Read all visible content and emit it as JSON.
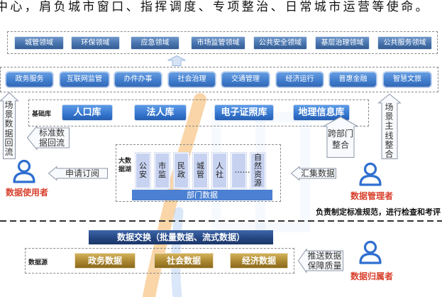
{
  "intro_text": "中心，肩负城市窗口、指挥调度、专项整治、日常城市运营等使命。",
  "domains": [
    "城管领域",
    "环保领域",
    "应急领域",
    "市场监管领域",
    "公共安全领域",
    "基层治理领域",
    "公共服务领域"
  ],
  "applications": [
    "政务服务",
    "互联网监管",
    "办件办事",
    "社会治理",
    "交通管理",
    "经济运行",
    "普惠金融",
    "智慧文旅"
  ],
  "base_library": {
    "label": "基础库",
    "items": [
      "人口库",
      "法人库",
      "电子证照库",
      "地理信息库"
    ]
  },
  "data_lake": {
    "label": "大数据湖",
    "departments": [
      "公安",
      "市监",
      "民政",
      "城管",
      "人社",
      "……",
      "自然资源"
    ],
    "footer": "部门数据"
  },
  "flows": {
    "scene_backflow": "场景数据回流",
    "standard_backflow": "标准数据回流",
    "subscribe": "申请订阅",
    "collect": "汇集数据",
    "cross_department": "跨部门整合",
    "scene_integration": "场景主线整合",
    "push_quality": "推送数据保障质量"
  },
  "roles": {
    "user": "数据使用者",
    "manager": "数据管理者",
    "owner": "数据归属者"
  },
  "manager_duty": "负责制定标准规范，进行检查和考评",
  "exchange": "数据交换（批量数据、流式数据）",
  "data_source": {
    "label": "数据源",
    "items": [
      "政务数据",
      "社会数据",
      "经济数据"
    ]
  },
  "icons": {
    "role": "person-icon",
    "flow_up": "up-arrow-icon",
    "flow_left": "left-arrow-icon"
  },
  "colors": {
    "domain_button": "#4673ad",
    "app_button": "#3f7bcc",
    "base_button": "#2f6fc8",
    "lake_column": "#c7d2f0",
    "dept_bar": "#4b80d2",
    "exchange_bar": "#23447f",
    "source_button": "#a9862f",
    "role_label": "#d8402c",
    "person_icon": "#2f6fd0",
    "arrow_stroke": "#8c96a8",
    "watermark_orange": "#f2a23c",
    "watermark_blue": "#7aaae6"
  }
}
